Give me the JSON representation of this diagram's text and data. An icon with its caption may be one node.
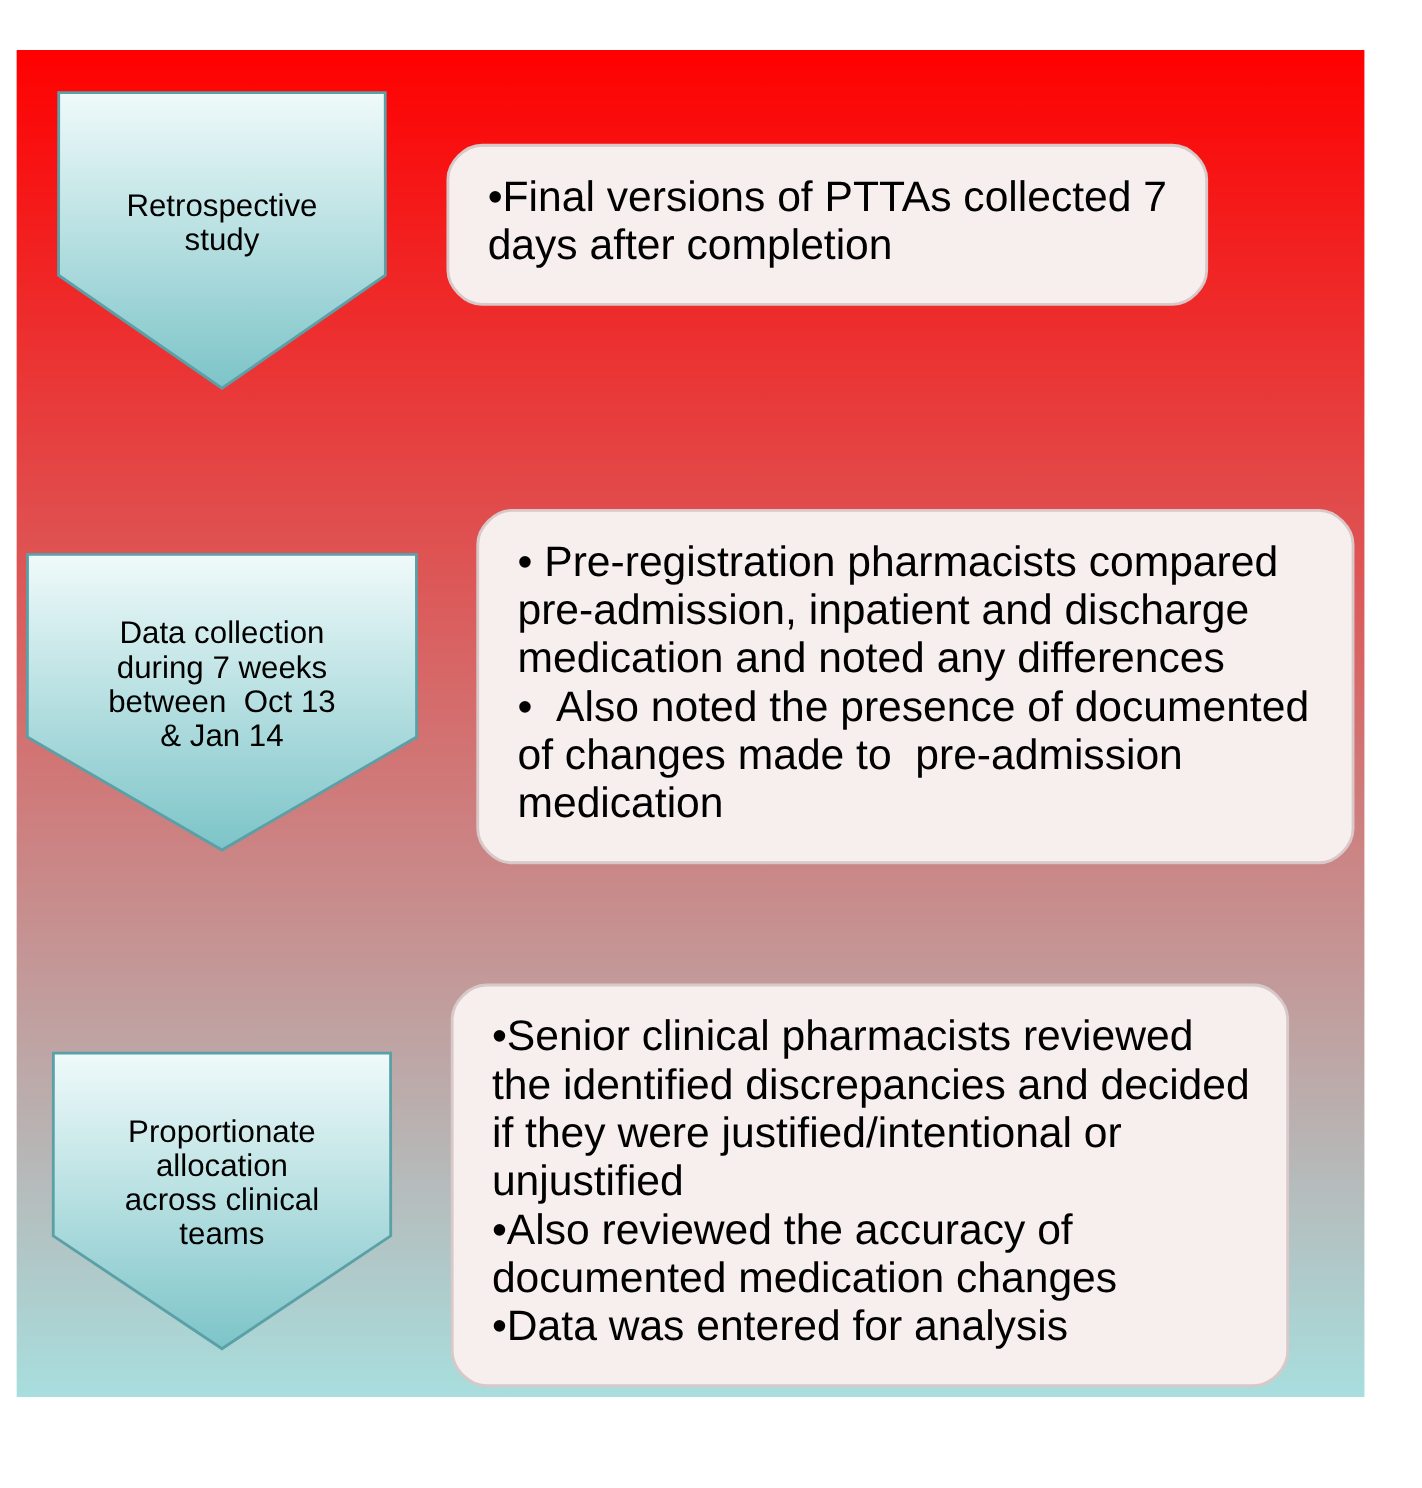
{
  "diagram": {
    "nodes": [
      {
        "text": [
          "Retrospective study"
        ]
      },
      {
        "text": [
          "•Final versions of PTTAs collected 7 days after completion"
        ]
      },
      {
        "text": [
          "Data collection during 7 weeks between  Oct 13 & Jan 14"
        ]
      },
      {
        "text": [
          "• Pre-registration pharmacists compared pre-admission, inpatient and discharge medication and noted any differences",
          "•  Also noted the presence of documented of changes made to  pre-admission medication"
        ]
      },
      {
        "text": [
          "Proportionate allocation across clinical teams"
        ]
      },
      {
        "text": [
          "•Senior clinical pharmacists reviewed the identified discrepancies and decided if they were justified/intentional or unjustified",
          "•Also reviewed the accuracy of documented medication changes",
          "•Data was entered for analysis"
        ]
      }
    ]
  }
}
